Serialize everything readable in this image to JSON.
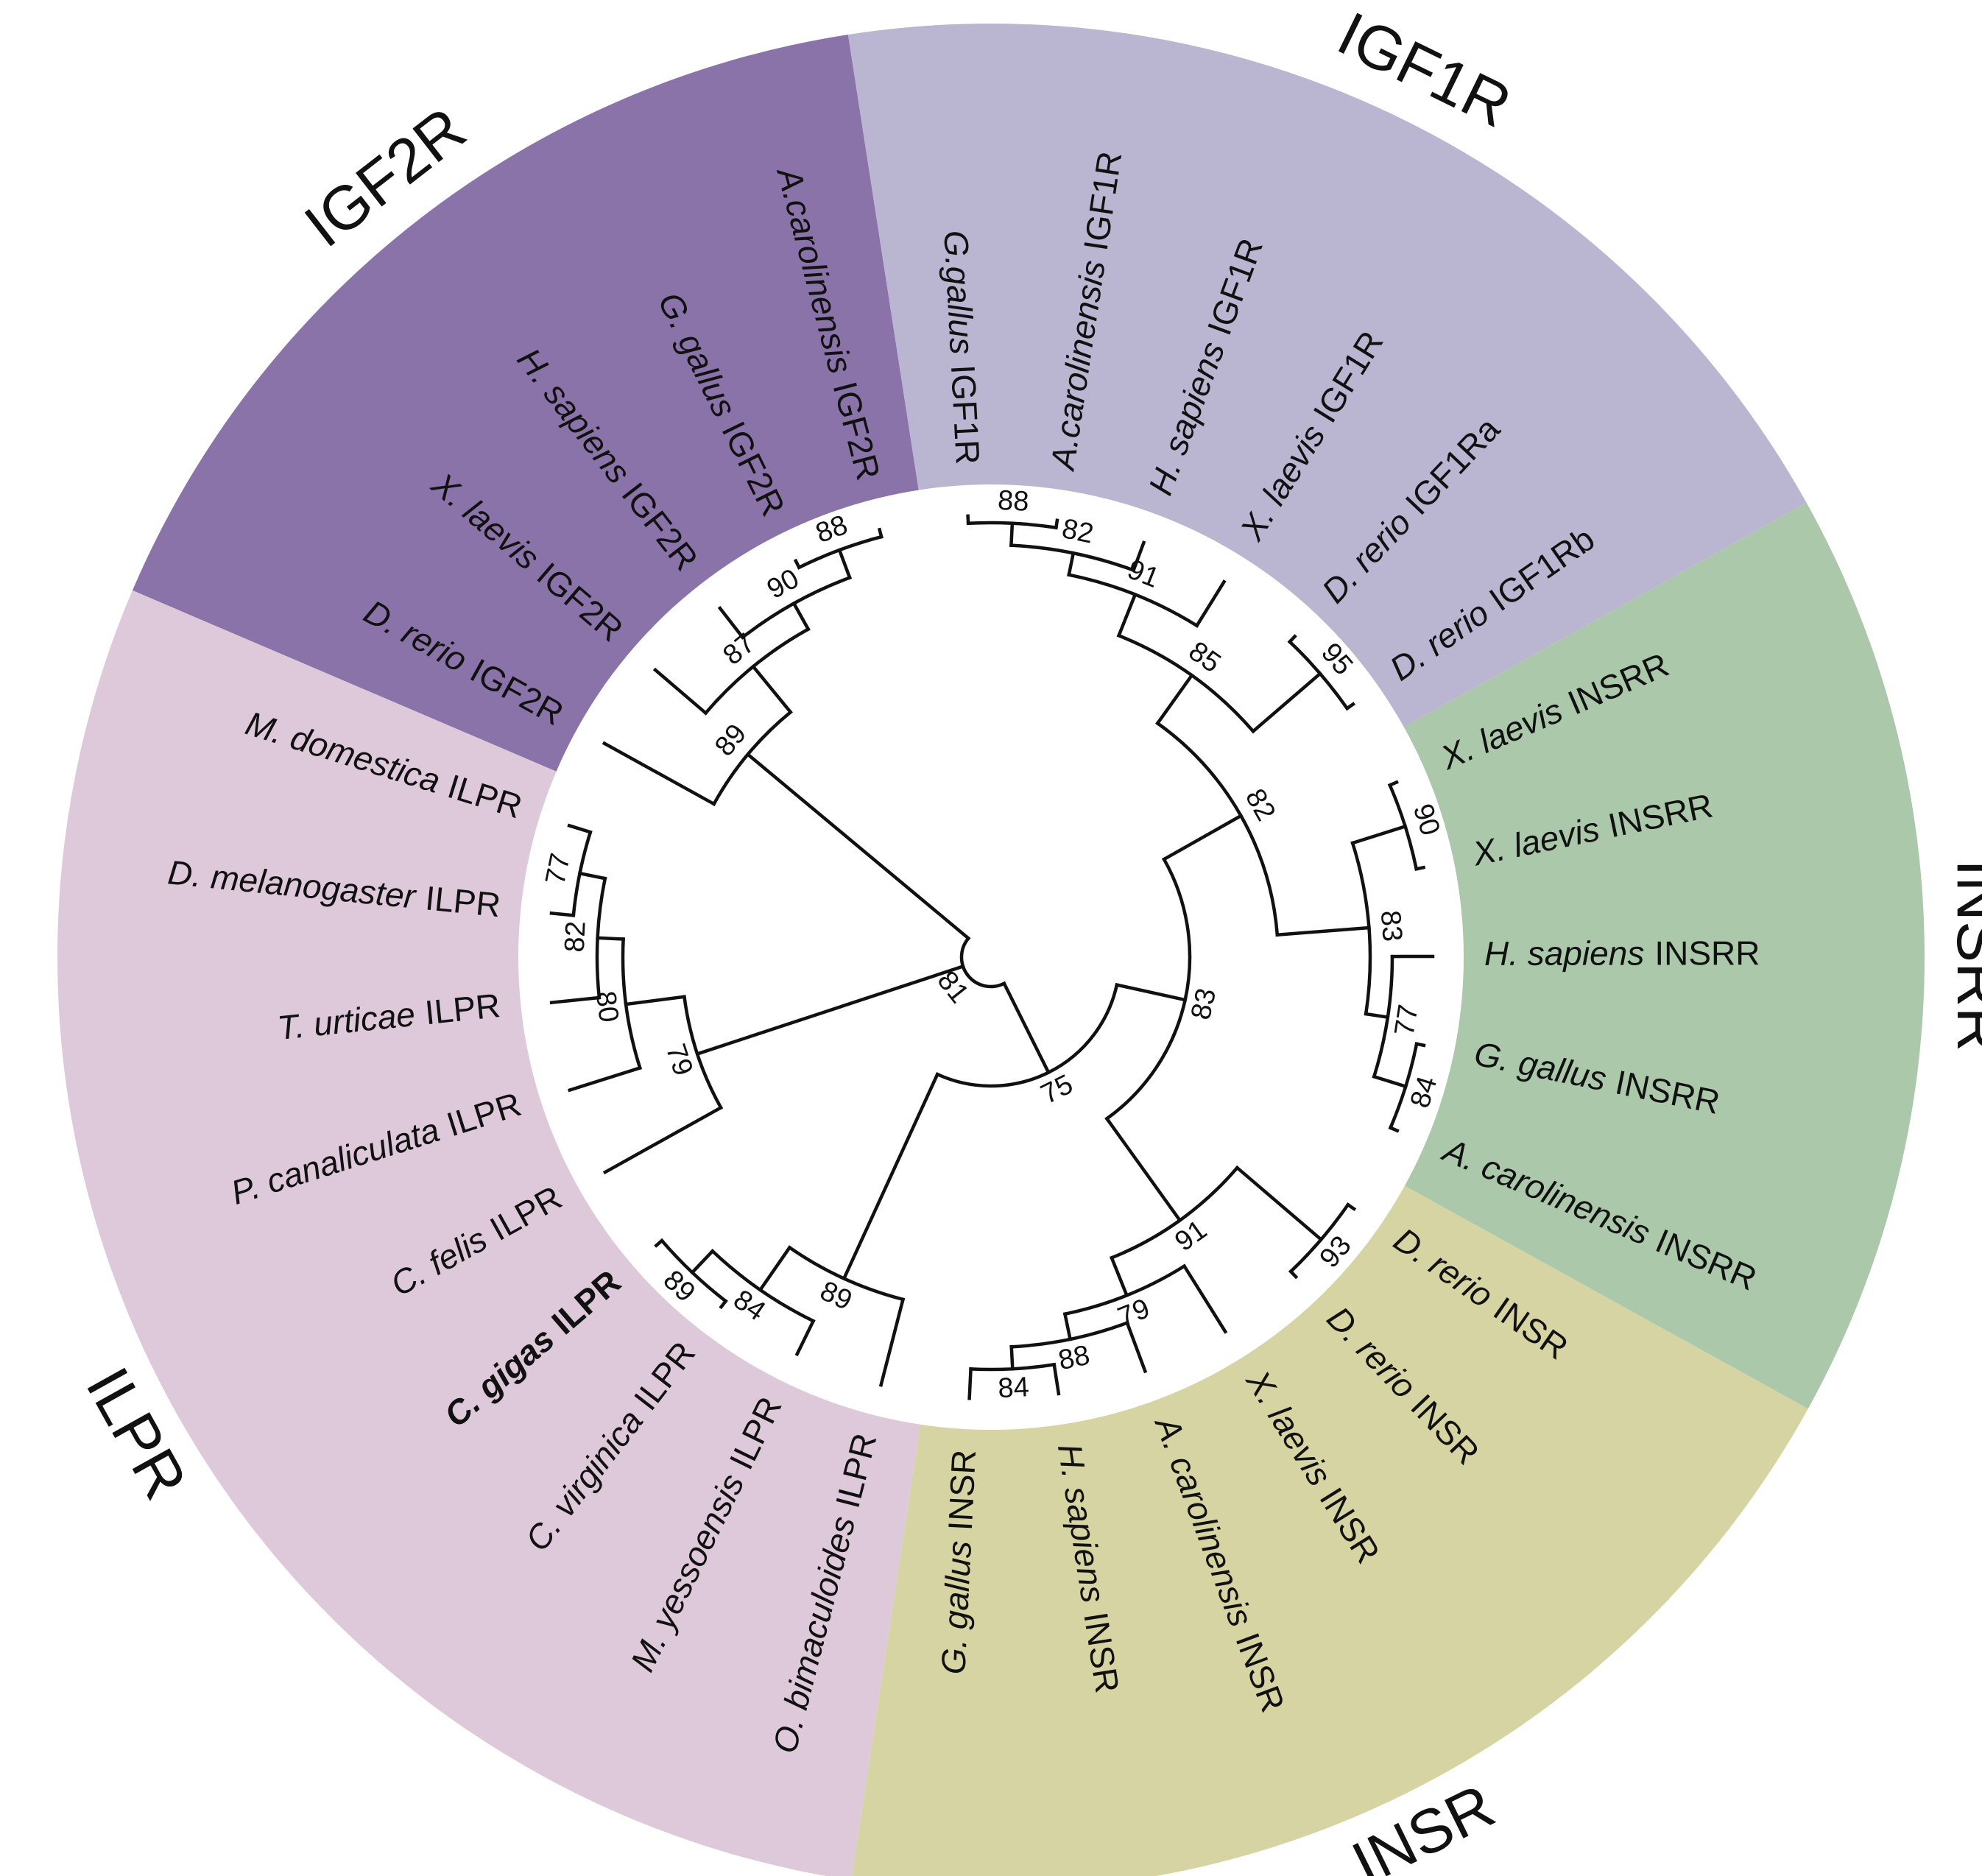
{
  "clades": [
    {
      "name": "IGF2R",
      "color": "#8a73a8"
    },
    {
      "name": "IGF1R",
      "color": "#bab5d1"
    },
    {
      "name": "INSRR",
      "color": "#acc8aa"
    },
    {
      "name": "INSR",
      "color": "#d6d4a3"
    },
    {
      "name": "ILPR",
      "color": "#ddc9da"
    }
  ],
  "leaves": [
    {
      "species": "G.gallus",
      "gene": "IGF1R"
    },
    {
      "species": "A.carolinensis",
      "gene": "IGF1R"
    },
    {
      "species": "H. sapiens",
      "gene": "IGF1R"
    },
    {
      "species": "X. laevis",
      "gene": "IGF1R"
    },
    {
      "species": "D. rerio",
      "gene": "IGF1Ra"
    },
    {
      "species": "D. rerio",
      "gene": "IGF1Rb"
    },
    {
      "species": "X. laevis",
      "gene": "INSRR"
    },
    {
      "species": "X. laevis",
      "gene": "INSRR"
    },
    {
      "species": "H. sapiens",
      "gene": "INSRR"
    },
    {
      "species": "G. gallus",
      "gene": "INSRR"
    },
    {
      "species": "A. carolinensis",
      "gene": "INSRR"
    },
    {
      "species": "D. rerio",
      "gene": "INSR"
    },
    {
      "species": "D. rerio",
      "gene": "INSR"
    },
    {
      "species": "X. laevis",
      "gene": "INSR"
    },
    {
      "species": "A. carolinensis",
      "gene": "INSR"
    },
    {
      "species": "H. sapiens",
      "gene": "INSR"
    },
    {
      "species": "G. gallus",
      "gene": "INSR"
    },
    {
      "species": "O. bimaculoides",
      "gene": "ILPR"
    },
    {
      "species": "M. yessoensis",
      "gene": "ILPR"
    },
    {
      "species": "C. virginica",
      "gene": "ILPR"
    },
    {
      "species": "C. gigas",
      "gene": "ILPR",
      "bold": true
    },
    {
      "species": "C. felis",
      "gene": "ILPR"
    },
    {
      "species": "P. canaliculata",
      "gene": "ILPR"
    },
    {
      "species": "T. urticae",
      "gene": "ILPR"
    },
    {
      "species": "D. melanogaster",
      "gene": "ILPR"
    },
    {
      "species": "M. domestica",
      "gene": "ILPR"
    },
    {
      "species": "D. rerio",
      "gene": "IGF2R"
    },
    {
      "species": "X. laevis",
      "gene": "IGF2R"
    },
    {
      "species": "H. sapiens",
      "gene": "IGF2R"
    },
    {
      "species": "G. gallus",
      "gene": "IGF2R"
    },
    {
      "species": "A.carolinensis",
      "gene": "IGF2R"
    }
  ],
  "bootstrap": {
    "igf1r_gg_ac": "88",
    "igf1r_plus_hs": "82",
    "igf1r_plus_xl": "91",
    "igf1r_drerio": "95",
    "igf1r_all": "85",
    "igf1r_insrr": "82",
    "insrr_xl": "90",
    "insrr_gg_ac": "84",
    "insrr_amniote": "77",
    "insrr_all": "83",
    "insr_hs_gg": "84",
    "insr_plus_ac": "88",
    "insr_plus_xl": "79",
    "insr_drerio": "93",
    "insr_all": "91",
    "vertebrate_ir": "83",
    "ir_molluscs": "75",
    "mollusc_cg_cv": "89",
    "mollusc_plus_my": "84",
    "mollusc_plus_ob": "89",
    "ilpr_md_dm": "77",
    "ilpr_plus_tu": "82",
    "ilpr_plus_pc": "80",
    "ilpr_plus_cf": "79",
    "igf2r_gg_ac": "88",
    "igf2r_plus_hs": "90",
    "igf2r_plus_xl": "87",
    "igf2r_all": "89",
    "root": "81"
  }
}
